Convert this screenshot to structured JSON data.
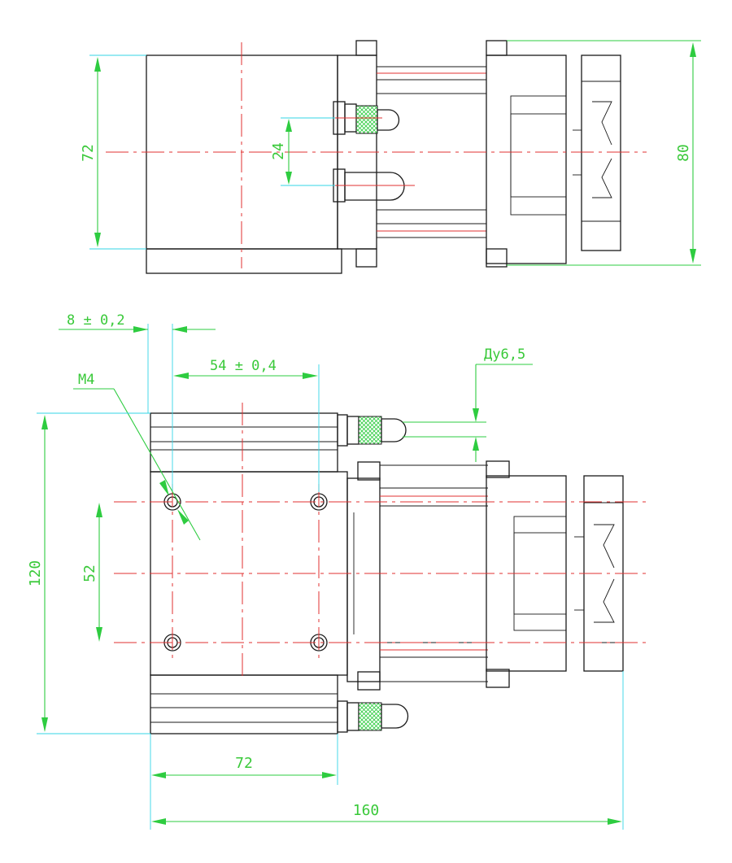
{
  "drawing": {
    "colors": {
      "object_line": "#1a1a1a",
      "dimension": "#2ecc40",
      "extension": "#33d6e6",
      "center_line": "#e03030",
      "hatch": "#2ecc40"
    },
    "top_view": {
      "dim_height_left": "72",
      "dim_spacing": "24",
      "dim_height_right": "80"
    },
    "front_view": {
      "dim_hole_offset": "8 ± 0,2",
      "dim_hole_spacing_x": "54 ± 0,4",
      "label_port": "Ду6,5",
      "label_thread": "M4",
      "dim_overall_height": "120",
      "dim_hole_spacing_y": "52",
      "dim_body_width": "72",
      "dim_overall_length": "160"
    }
  }
}
